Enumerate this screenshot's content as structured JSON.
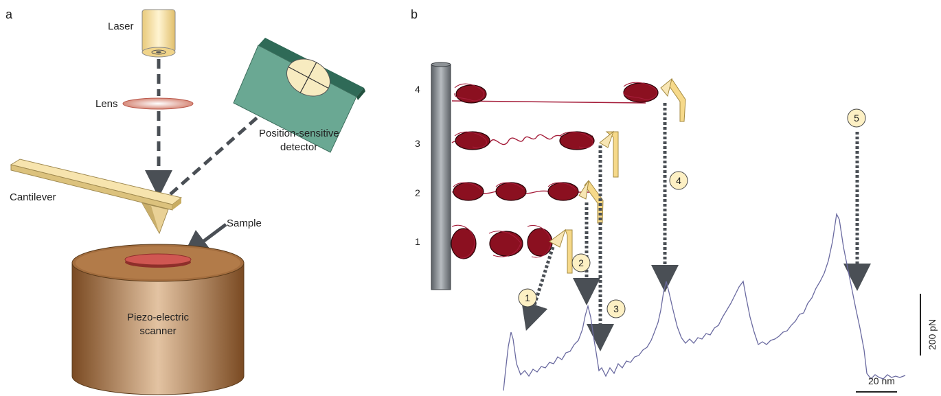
{
  "panel_a": {
    "letter": "a",
    "labels": {
      "laser": "Laser",
      "lens": "Lens",
      "detector_line1": "Position-sensitive",
      "detector_line2": "detector",
      "cantilever": "Cantilever",
      "sample": "Sample",
      "scanner_line1": "Piezo-electric",
      "scanner_line2": "scanner"
    }
  },
  "panel_b": {
    "letter": "b",
    "row_numbers": [
      "4",
      "3",
      "2",
      "1"
    ],
    "event_markers": [
      "1",
      "2",
      "3",
      "4",
      "5"
    ],
    "scale_force": "200 pN",
    "scale_distance": "20 nm"
  },
  "colors": {
    "cantilever": "#f6e2a6",
    "scanner_dark": "#8a5a2c",
    "scanner_light": "#e0c0a0",
    "detector_green": "#5e9c86",
    "protein_red": "#8b1020",
    "trace": "#6a6aa0",
    "arrow_gray": "#4a4f55"
  }
}
